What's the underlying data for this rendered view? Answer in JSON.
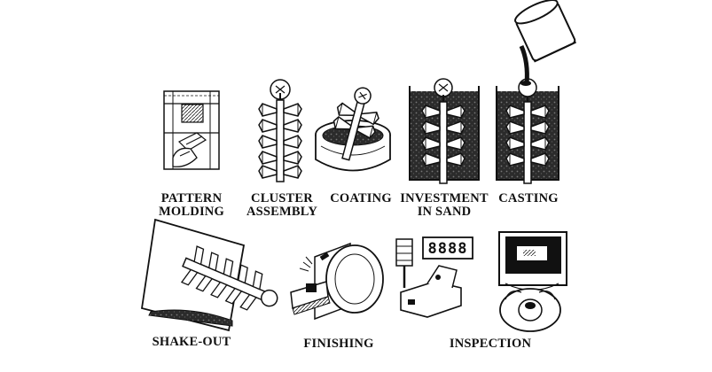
{
  "steps": {
    "pattern_molding": {
      "line1": "PATTERN",
      "line2": "MOLDING"
    },
    "cluster_assembly": {
      "line1": "CLUSTER",
      "line2": "ASSEMBLY"
    },
    "coating": {
      "line1": "COATING"
    },
    "investment_in_sand": {
      "line1": "INVESTMENT",
      "line2": "IN SAND"
    },
    "casting": {
      "line1": "CASTING"
    },
    "shake_out": {
      "line1": "SHAKE-OUT"
    },
    "finishing": {
      "line1": "FINISHING"
    },
    "inspection": {
      "line1": "INSPECTION",
      "display": "8888"
    }
  }
}
